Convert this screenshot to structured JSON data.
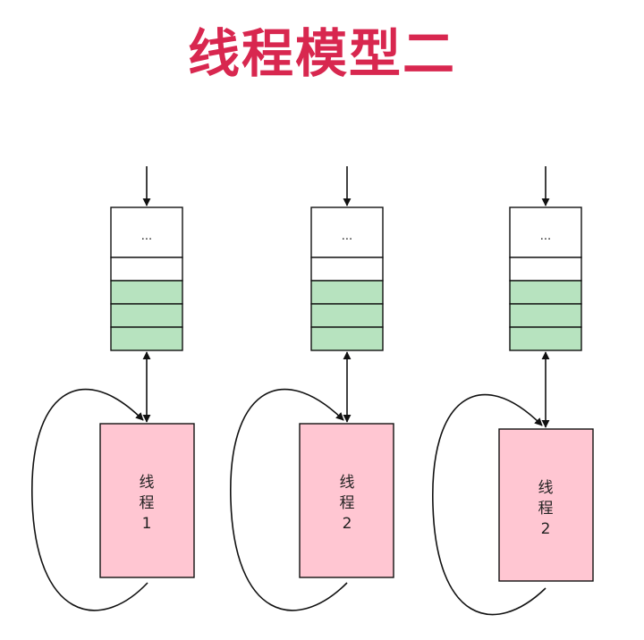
{
  "title": "线程模型二",
  "colors": {
    "title": "#d8274f",
    "stroke": "#111111",
    "queue_empty_fill": "#ffffff",
    "queue_filled_fill": "#b7e3bf",
    "thread_fill": "#ffc6d2"
  },
  "queues": [
    {
      "ellipsis": "...",
      "cells": [
        "empty",
        "empty",
        "filled",
        "filled",
        "filled"
      ]
    },
    {
      "ellipsis": "...",
      "cells": [
        "empty",
        "empty",
        "filled",
        "filled",
        "filled"
      ]
    },
    {
      "ellipsis": "...",
      "cells": [
        "empty",
        "empty",
        "filled",
        "filled",
        "filled"
      ]
    }
  ],
  "threads": [
    {
      "label_line1": "线",
      "label_line2": "程",
      "label_line3": "1"
    },
    {
      "label_line1": "线",
      "label_line2": "程",
      "label_line3": "2"
    },
    {
      "label_line1": "线",
      "label_line2": "程",
      "label_line3": "2"
    }
  ]
}
